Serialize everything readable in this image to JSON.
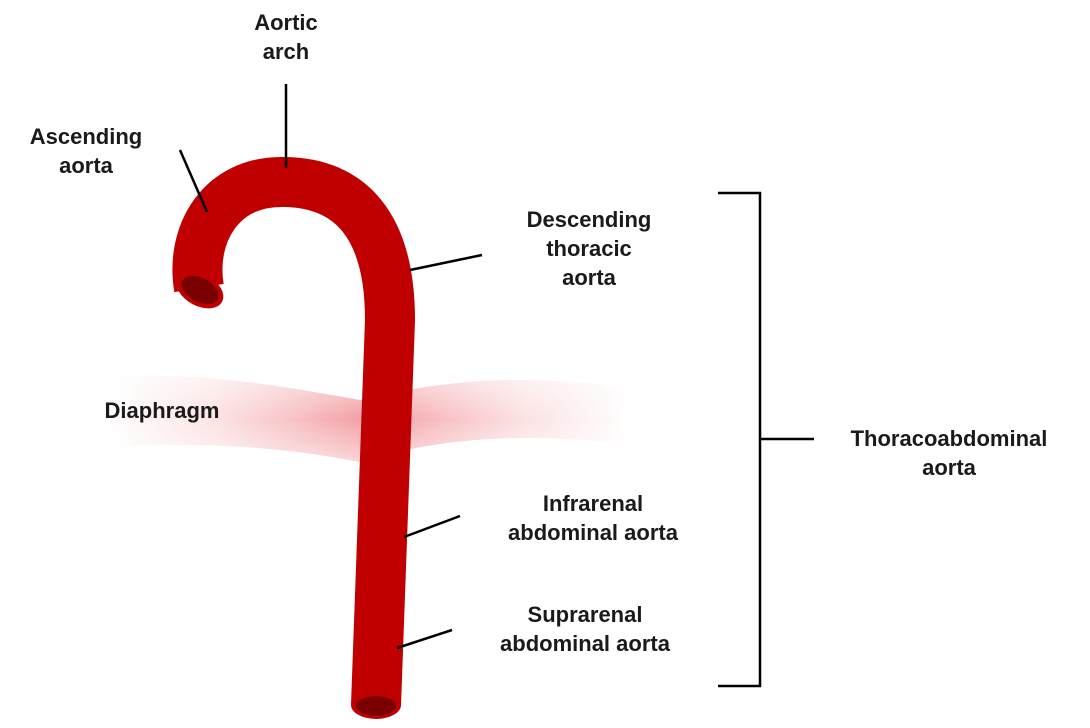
{
  "colors": {
    "vessel": "#c00000",
    "vessel_opening": "#7a0000",
    "diaphragm": "#f4a0a4",
    "leader_line": "#000000",
    "text": "#1a1a1a"
  },
  "labels": {
    "aortic_arch": [
      "Aortic",
      "arch"
    ],
    "ascending_aorta": [
      "Ascending",
      "aorta"
    ],
    "descending_thoracic_aorta": [
      "Descending",
      "thoracic",
      "aorta"
    ],
    "diaphragm": [
      "Diaphragm"
    ],
    "infrarenal_abdominal_aorta": [
      "Infrarenal",
      "abdominal aorta"
    ],
    "suprarenal_abdominal_aorta": [
      "Suprarenal",
      "abdominal aorta"
    ],
    "thoracoabdominal_aorta": [
      "Thoracoabdominal",
      "aorta"
    ]
  }
}
